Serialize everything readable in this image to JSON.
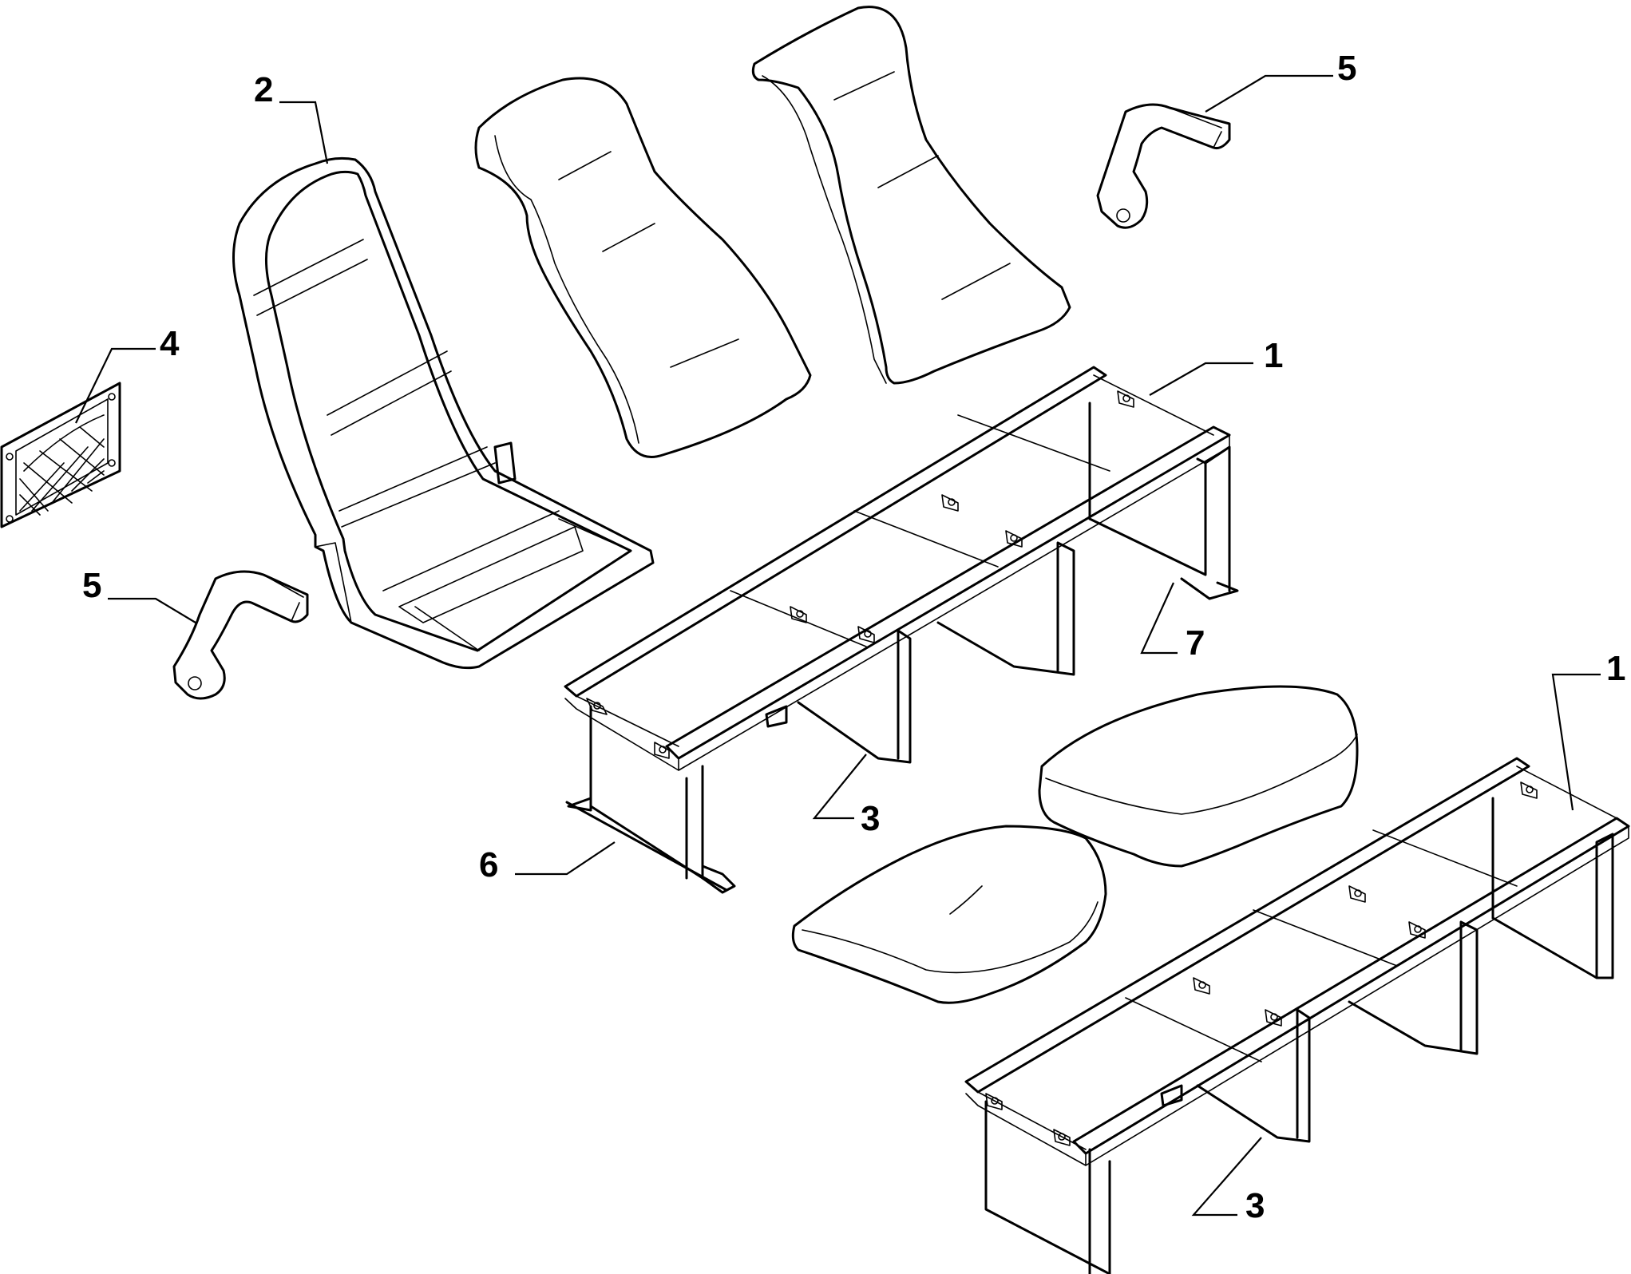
{
  "callouts": [
    {
      "id": "c2",
      "label": "2"
    },
    {
      "id": "c4",
      "label": "4"
    },
    {
      "id": "c5a",
      "label": "5"
    },
    {
      "id": "c5b",
      "label": "5"
    },
    {
      "id": "c1a",
      "label": "1"
    },
    {
      "id": "c1b",
      "label": "1"
    },
    {
      "id": "c7",
      "label": "7"
    },
    {
      "id": "c3a",
      "label": "3"
    },
    {
      "id": "c3b",
      "label": "3"
    },
    {
      "id": "c6",
      "label": "6"
    }
  ],
  "colors": {
    "line": "#000000",
    "background": "#ffffff"
  }
}
